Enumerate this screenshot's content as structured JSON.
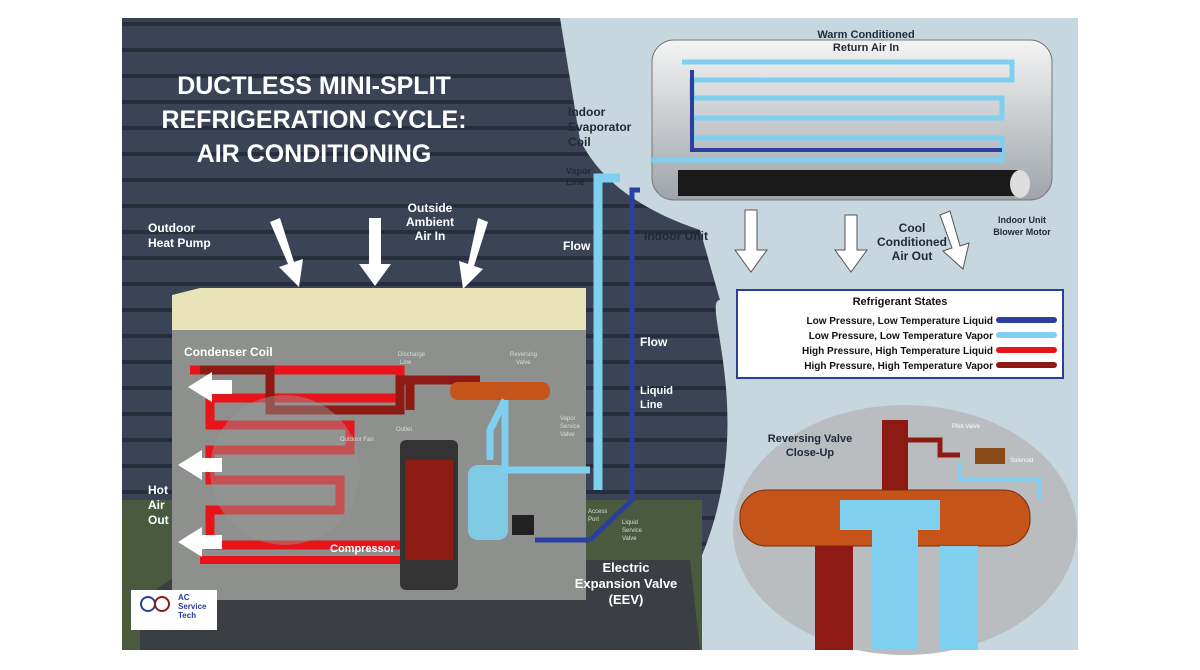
{
  "title": [
    "DUCTLESS MINI-SPLIT",
    "REFRIGERATION CYCLE:",
    "AIR CONDITIONING"
  ],
  "labels": {
    "warm_return": [
      "Warm Conditioned",
      "Return Air In"
    ],
    "indoor_evaporator": [
      "Indoor",
      "Evaporator",
      "Coil"
    ],
    "vapor_line": [
      "Vapor",
      "Line"
    ],
    "indoor_unit": "Indoor Unit",
    "cool_air_out": [
      "Cool",
      "Conditioned",
      "Air Out"
    ],
    "blower_motor": [
      "Indoor Unit",
      "Blower Motor"
    ],
    "outdoor_heat_pump": [
      "Outdoor",
      "Heat Pump"
    ],
    "outside_air": [
      "Outside",
      "Ambient",
      "Air In"
    ],
    "flow_down": "Flow",
    "flow_up": "Flow",
    "liquid_line": [
      "Liquid",
      "Line"
    ],
    "condenser_coil": "Condenser Coil",
    "hot_air_out": [
      "Hot",
      "Air",
      "Out"
    ],
    "discharge_line": [
      "Discharge",
      "Line"
    ],
    "reversing_valve": [
      "Reversing",
      "Valve"
    ],
    "outdoor_fan": "Outdoor Fan",
    "outlet": "Outlet",
    "vapor_service_valve": [
      "Vapor",
      "Service",
      "Valve"
    ],
    "access_port": [
      "Access",
      "Port"
    ],
    "liquid_service_valve": [
      "Liquid",
      "Service",
      "Valve"
    ],
    "compressor": "Compressor",
    "eev": [
      "Electric",
      "Expansion Valve",
      "(EEV)"
    ],
    "reversing_closeup": [
      "Reversing Valve",
      "Close-Up"
    ],
    "pilot_valve": "Pilot Valve",
    "solenoid": "Solenoid"
  },
  "legend": {
    "title": "Refrigerant States",
    "items": [
      {
        "label": "Low Pressure, Low Temperature Liquid",
        "color": "#2a3f9e"
      },
      {
        "label": "Low Pressure, Low Temperature Vapor",
        "color": "#7fd0f0"
      },
      {
        "label": "High Pressure, High Temperature Liquid",
        "color": "#e8141a"
      },
      {
        "label": "High Pressure, High Temperature Vapor",
        "color": "#8e1a14"
      }
    ]
  },
  "logo": {
    "text": [
      "AC",
      "Service",
      "Tech"
    ]
  }
}
